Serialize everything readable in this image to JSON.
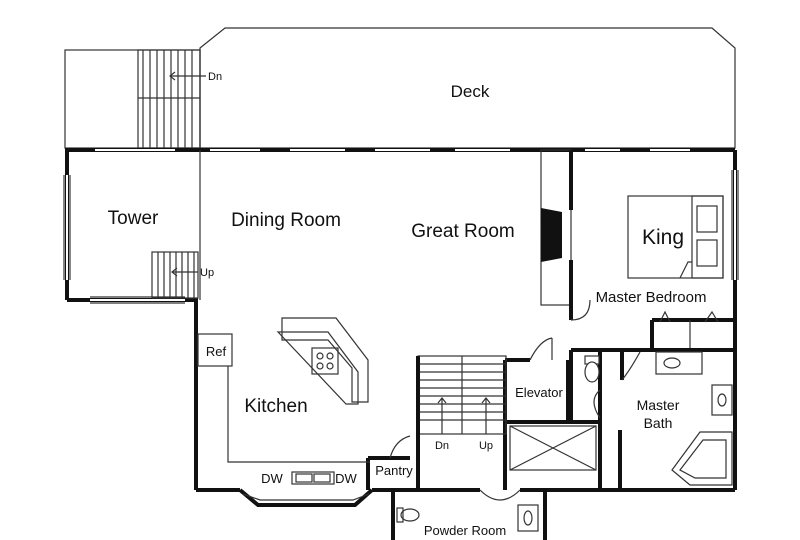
{
  "labels": {
    "deck": "Deck",
    "tower": "Tower",
    "dining_room": "Dining Room",
    "great_room": "Great Room",
    "fp": "FP",
    "king": "King",
    "master_bedroom": "Master Bedroom",
    "ref": "Ref",
    "kitchen": "Kitchen",
    "elevator": "Elevator",
    "master_bath": "Master Bath",
    "master_bath_line1": "Master",
    "master_bath_line2": "Bath",
    "pantry": "Pantry",
    "powder_room": "Powder Room",
    "dw_left": "DW",
    "dw_right": "DW",
    "stair_deck_dn": "Dn",
    "stair_tower_up": "Up",
    "stair_main_dn": "Dn",
    "stair_main_up": "Up"
  }
}
